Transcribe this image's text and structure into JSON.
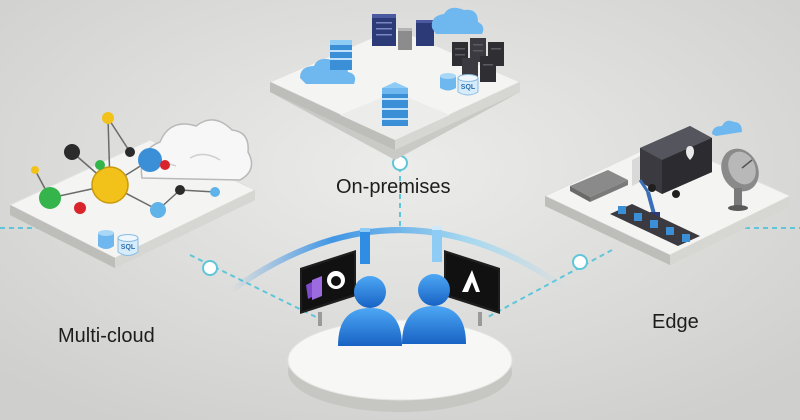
{
  "labels": {
    "on_premises": "On-premises",
    "multi_cloud": "Multi-cloud",
    "edge": "Edge"
  },
  "icons": {
    "sql_badge": "SQL",
    "on_prem_sql_badge": "SQL"
  },
  "colors": {
    "background": "#d9d9d7",
    "platform": "#f4f4f2",
    "platform_edge": "#c9c9c6",
    "server_blue": "#3a8fd6",
    "server_light": "#6fb8ef",
    "connector": "#5fc6d9",
    "dark_rack": "#2e2e33",
    "user_blue": "#2c7fe0",
    "navy_rack": "#2c3a78",
    "gold": "#f2c21b",
    "green": "#34b44a",
    "red": "#d9242c"
  }
}
